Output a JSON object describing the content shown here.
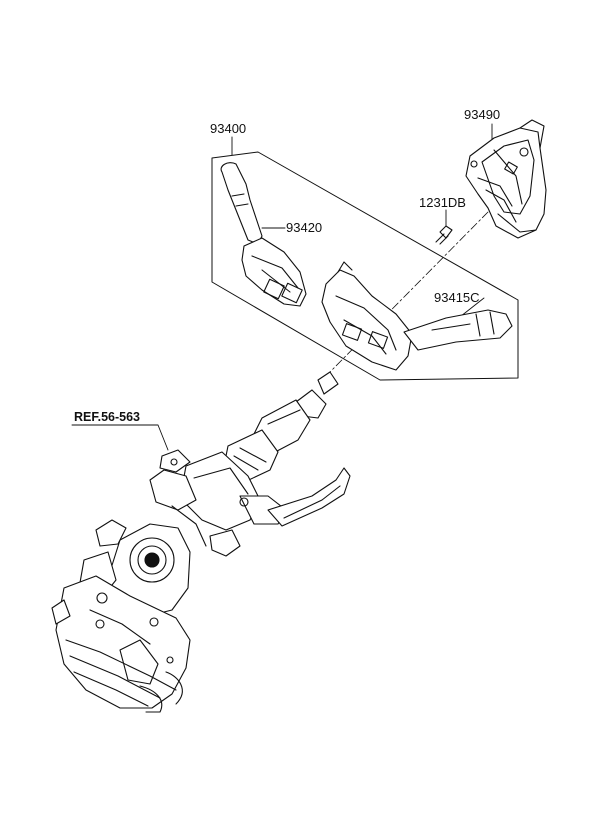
{
  "labels": {
    "p93400": "93400",
    "p93490": "93490",
    "p93420": "93420",
    "p1231db": "1231DB",
    "p93415c": "93415C",
    "ref": "REF.56-563"
  }
}
